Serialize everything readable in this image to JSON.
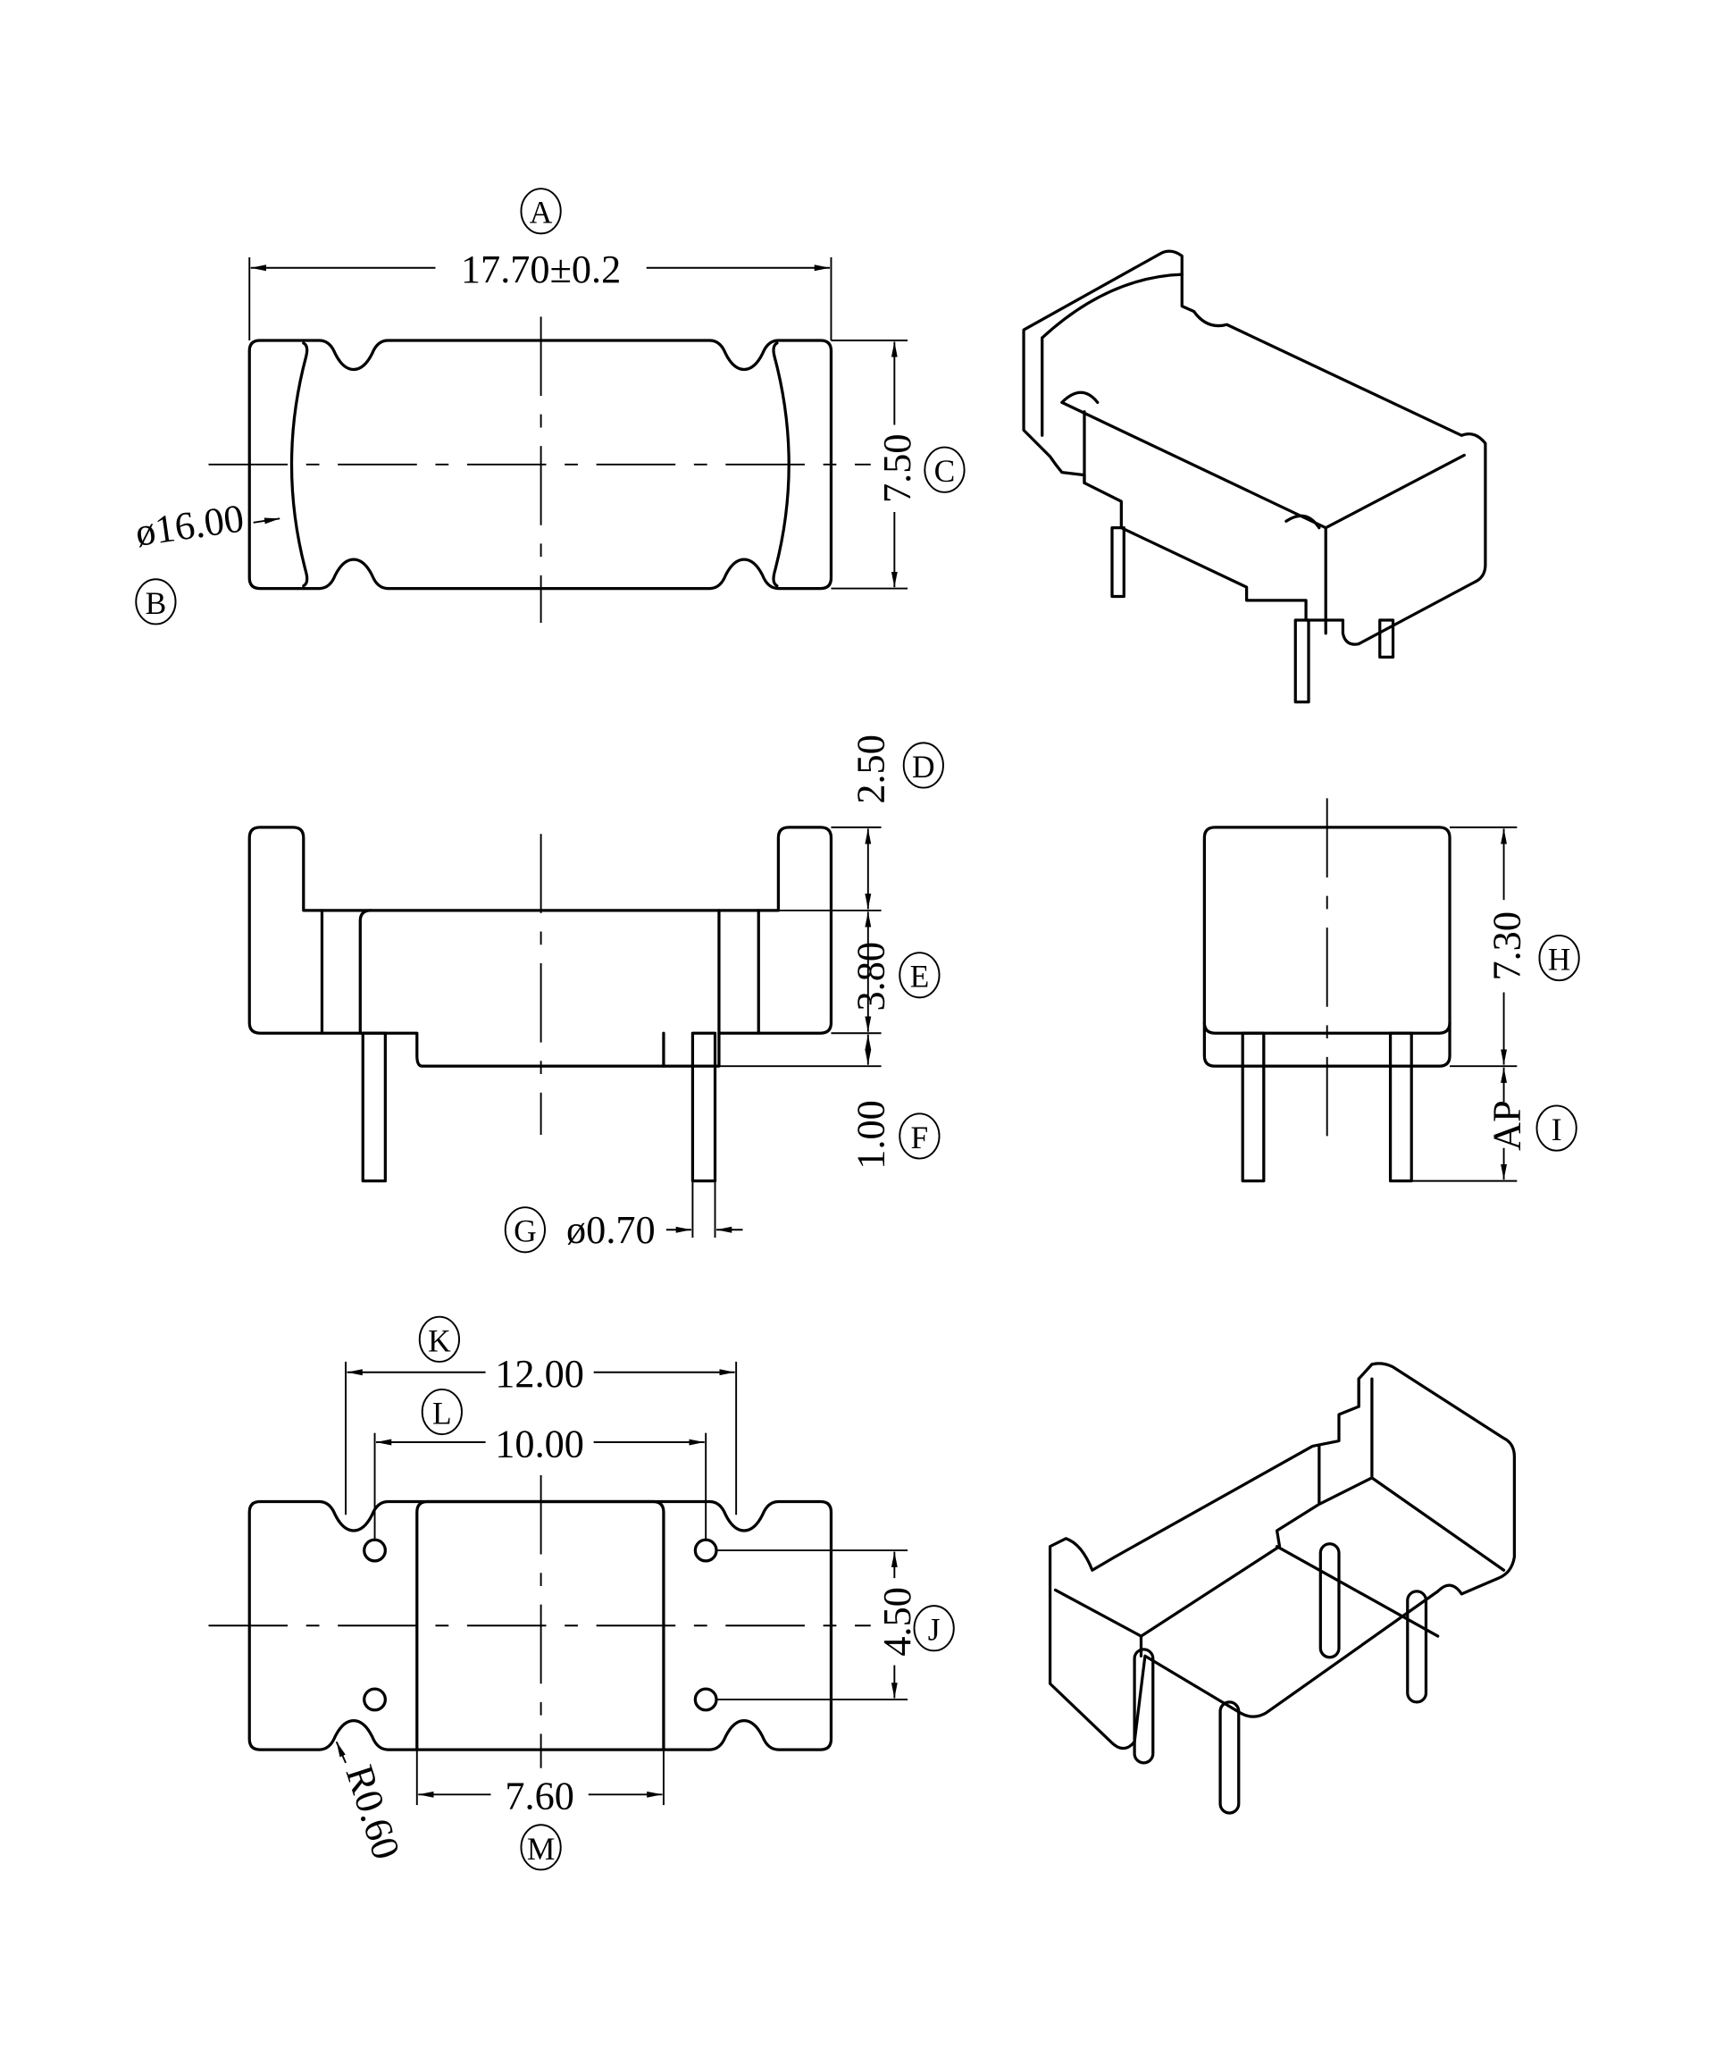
{
  "dimensions": {
    "A": {
      "label": "A",
      "value": "17.70±0.2"
    },
    "B": {
      "label": "B",
      "value": "ø16.00"
    },
    "C": {
      "label": "C",
      "value": "7.50"
    },
    "D": {
      "label": "D",
      "value": "2.50"
    },
    "E": {
      "label": "E",
      "value": "3.80"
    },
    "F": {
      "label": "F",
      "value": "1.00"
    },
    "G": {
      "label": "G",
      "value": "ø0.70"
    },
    "H": {
      "label": "H",
      "value": "7.30"
    },
    "I": {
      "label": "I",
      "value": "AP"
    },
    "J": {
      "label": "J",
      "value": "4.50"
    },
    "K": {
      "label": "K",
      "value": "12.00"
    },
    "L": {
      "label": "L",
      "value": "10.00"
    },
    "M": {
      "label": "M",
      "value": "7.60"
    },
    "R": {
      "value": "R0.60"
    }
  }
}
